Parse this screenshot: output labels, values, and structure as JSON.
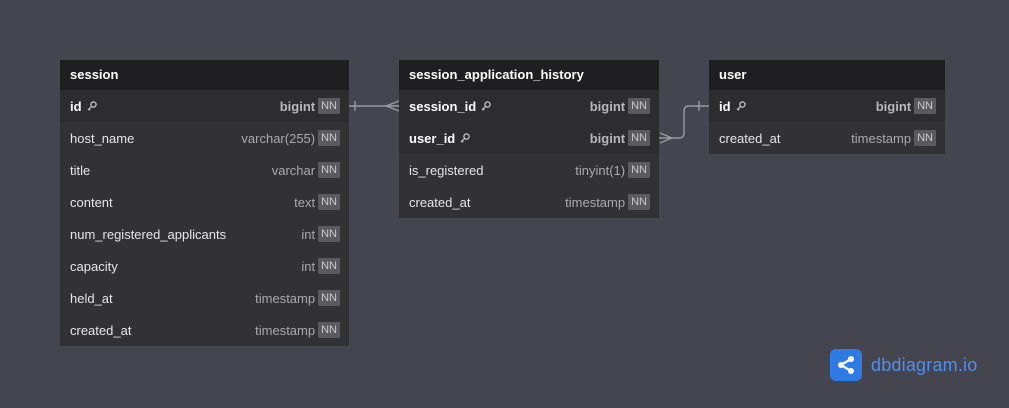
{
  "tables": [
    {
      "name": "session",
      "columns": [
        {
          "name": "id",
          "type": "bigint",
          "nn": "NN",
          "pk": true
        },
        {
          "name": "host_name",
          "type": "varchar(255)",
          "nn": "NN"
        },
        {
          "name": "title",
          "type": "varchar",
          "nn": "NN"
        },
        {
          "name": "content",
          "type": "text",
          "nn": "NN"
        },
        {
          "name": "num_registered_applicants",
          "type": "int",
          "nn": "NN"
        },
        {
          "name": "capacity",
          "type": "int",
          "nn": "NN"
        },
        {
          "name": "held_at",
          "type": "timestamp",
          "nn": "NN"
        },
        {
          "name": "created_at",
          "type": "timestamp",
          "nn": "NN"
        }
      ]
    },
    {
      "name": "session_application_history",
      "columns": [
        {
          "name": "session_id",
          "type": "bigint",
          "nn": "NN",
          "pk": true
        },
        {
          "name": "user_id",
          "type": "bigint",
          "nn": "NN",
          "pk": true
        },
        {
          "name": "is_registered",
          "type": "tinyint(1)",
          "nn": "NN"
        },
        {
          "name": "created_at",
          "type": "timestamp",
          "nn": "NN"
        }
      ]
    },
    {
      "name": "user",
      "columns": [
        {
          "name": "id",
          "type": "bigint",
          "nn": "NN",
          "pk": true
        },
        {
          "name": "created_at",
          "type": "timestamp",
          "nn": "NN"
        }
      ]
    }
  ],
  "relationships": [
    {
      "from": "session.id",
      "to": "session_application_history.session_id",
      "from_card": "one",
      "to_card": "many"
    },
    {
      "from": "user.id",
      "to": "session_application_history.user_id",
      "from_card": "one",
      "to_card": "many"
    }
  ],
  "brand": {
    "name": "dbdiagram.io",
    "color": "#2f7be6"
  },
  "colors": {
    "background": "#45454f",
    "table_header": "#1f1f22",
    "table_body": "#313136",
    "badge": "#5a5a60"
  }
}
